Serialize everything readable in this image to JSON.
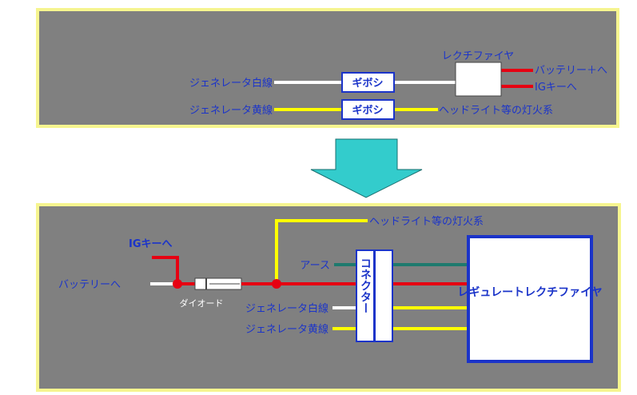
{
  "top": {
    "label_white": "ジェネレータ白線",
    "label_yellow": "ジェネレータ黄線",
    "gibosi_1": "ギボシ",
    "gibosi_2": "ギボシ",
    "rectifier": "レクチファイヤ",
    "battery": "バッテリー＋へ",
    "ig_key": "IGキーへ",
    "headlight": "ヘッドライト等の灯火系"
  },
  "bottom": {
    "headlight": "ヘッドライト等の灯火系",
    "ig_key": "IGキーへ",
    "battery": "バッテリーへ",
    "diode": "ダイオード",
    "earth": "アース",
    "connector": "コネクター",
    "label_white": "ジェネレータ白線",
    "label_yellow": "ジェネレータ黄線",
    "regulator": "レギュレートレクチファイヤ"
  },
  "colors": {
    "panel_bg": "#808080",
    "panel_border": "#f6f58f",
    "arrow": "#33cccc",
    "red_wire": "#e60012",
    "yellow_wire": "#ffff00",
    "white_wire": "#ffffff",
    "green_wire": "#1e7a6e",
    "label_blue": "#1b34c9"
  }
}
